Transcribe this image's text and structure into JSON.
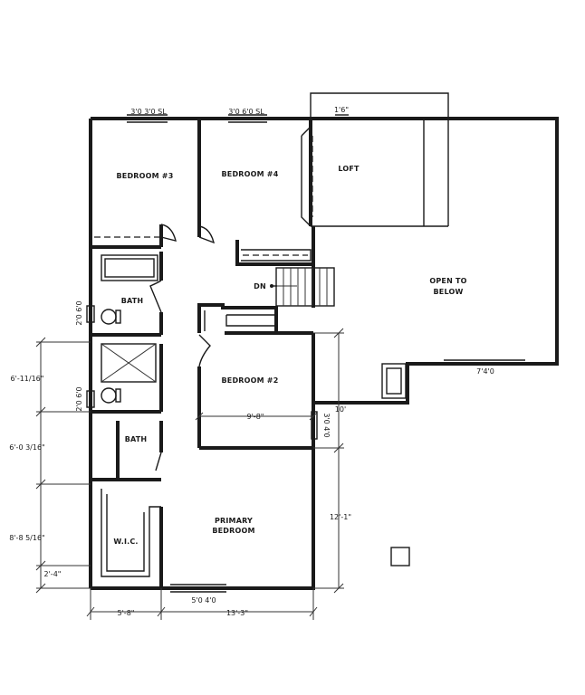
{
  "rooms": {
    "bedroom3": "BEDROOM #3",
    "bedroom4": "BEDROOM #4",
    "loft": "LOFT",
    "open_to_below": [
      "OPEN TO",
      "BELOW"
    ],
    "bath_upper": "BATH",
    "bedroom2": "BEDROOM #2",
    "bath_lower": "BATH",
    "primary": [
      "PRIMARY",
      "BEDROOM"
    ],
    "wic": "W.I.C.",
    "stair_dn": "DN"
  },
  "dimensions": {
    "win_bed3": "3'0 3'0 SL",
    "win_bed4": "3'0 6'0 SL",
    "win_loft": "1'6\"",
    "win_bath": "2'0 6'0",
    "win_bath2": "2'0 6'0",
    "open_below_width": "7'4'0",
    "bed2_width": "9'-8\"",
    "bed2_height": "10'",
    "bed2_window": "3'0 4'0",
    "left_dim_1": "6'-11/16\"",
    "left_dim_2": "6'-0 3/16\"",
    "left_dim_3": "8'-8 5/16\"",
    "left_dim_4": "2'-4\"",
    "primary_height": "12'-1\"",
    "primary_window": "5'0 4'0",
    "bottom_dim_1": "5'-8\"",
    "bottom_dim_2": "13'-3\""
  }
}
